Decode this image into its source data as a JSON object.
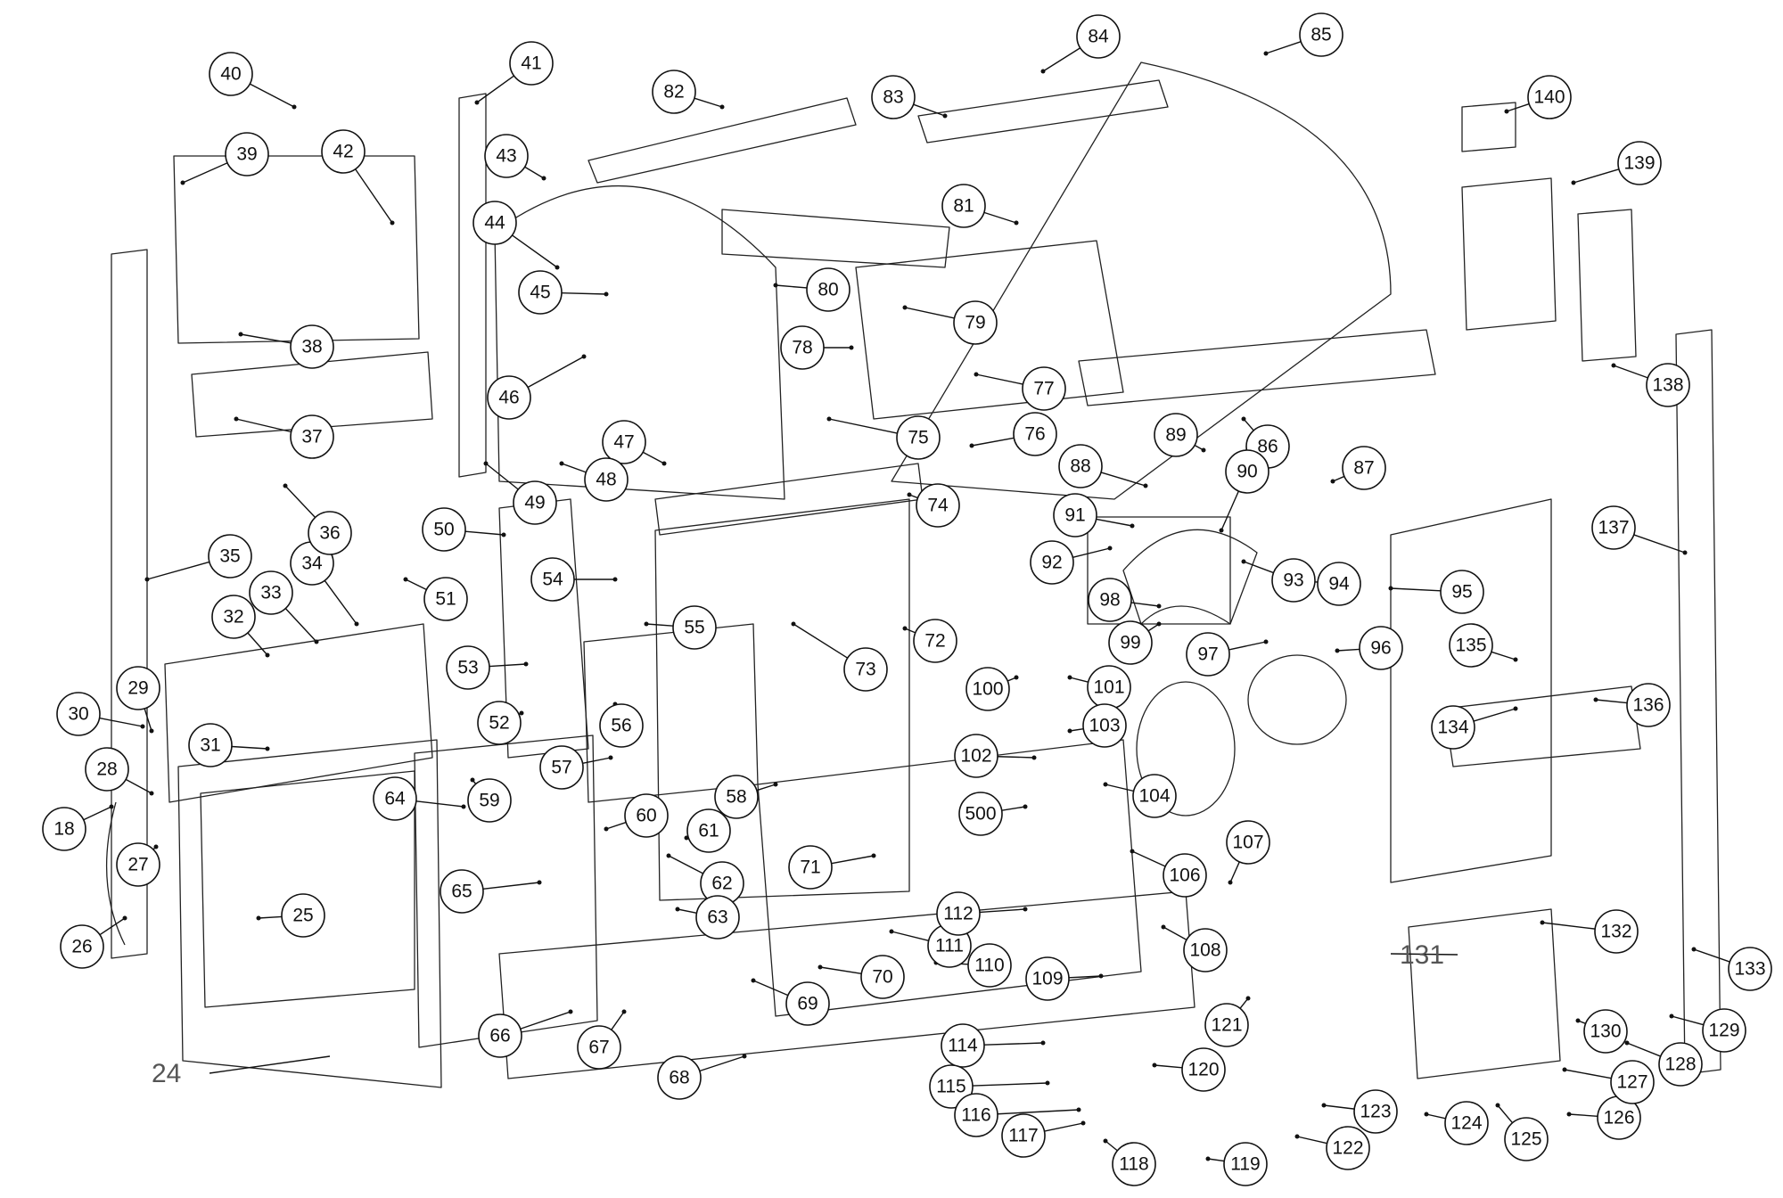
{
  "callouts": [
    "18",
    "24",
    "25",
    "26",
    "27",
    "28",
    "29",
    "30",
    "31",
    "32",
    "33",
    "34",
    "35",
    "36",
    "37",
    "38",
    "39",
    "40",
    "41",
    "42",
    "43",
    "44",
    "45",
    "46",
    "47",
    "48",
    "49",
    "50",
    "51",
    "52",
    "53",
    "54",
    "55",
    "56",
    "57",
    "58",
    "59",
    "60",
    "61",
    "62",
    "63",
    "64",
    "65",
    "66",
    "67",
    "68",
    "69",
    "70",
    "71",
    "72",
    "73",
    "74",
    "75",
    "76",
    "77",
    "78",
    "79",
    "80",
    "81",
    "82",
    "83",
    "84",
    "85",
    "86",
    "87",
    "88",
    "89",
    "90",
    "91",
    "92",
    "93",
    "94",
    "95",
    "96",
    "97",
    "98",
    "99",
    "100",
    "101",
    "102",
    "103",
    "104",
    "106",
    "107",
    "108",
    "109",
    "110",
    "111",
    "112",
    "114",
    "115",
    "116",
    "117",
    "118",
    "119",
    "120",
    "121",
    "122",
    "123",
    "124",
    "125",
    "126",
    "127",
    "128",
    "129",
    "130",
    "131",
    "132",
    "133",
    "134",
    "135",
    "136",
    "137",
    "138",
    "139",
    "140",
    "500"
  ]
}
